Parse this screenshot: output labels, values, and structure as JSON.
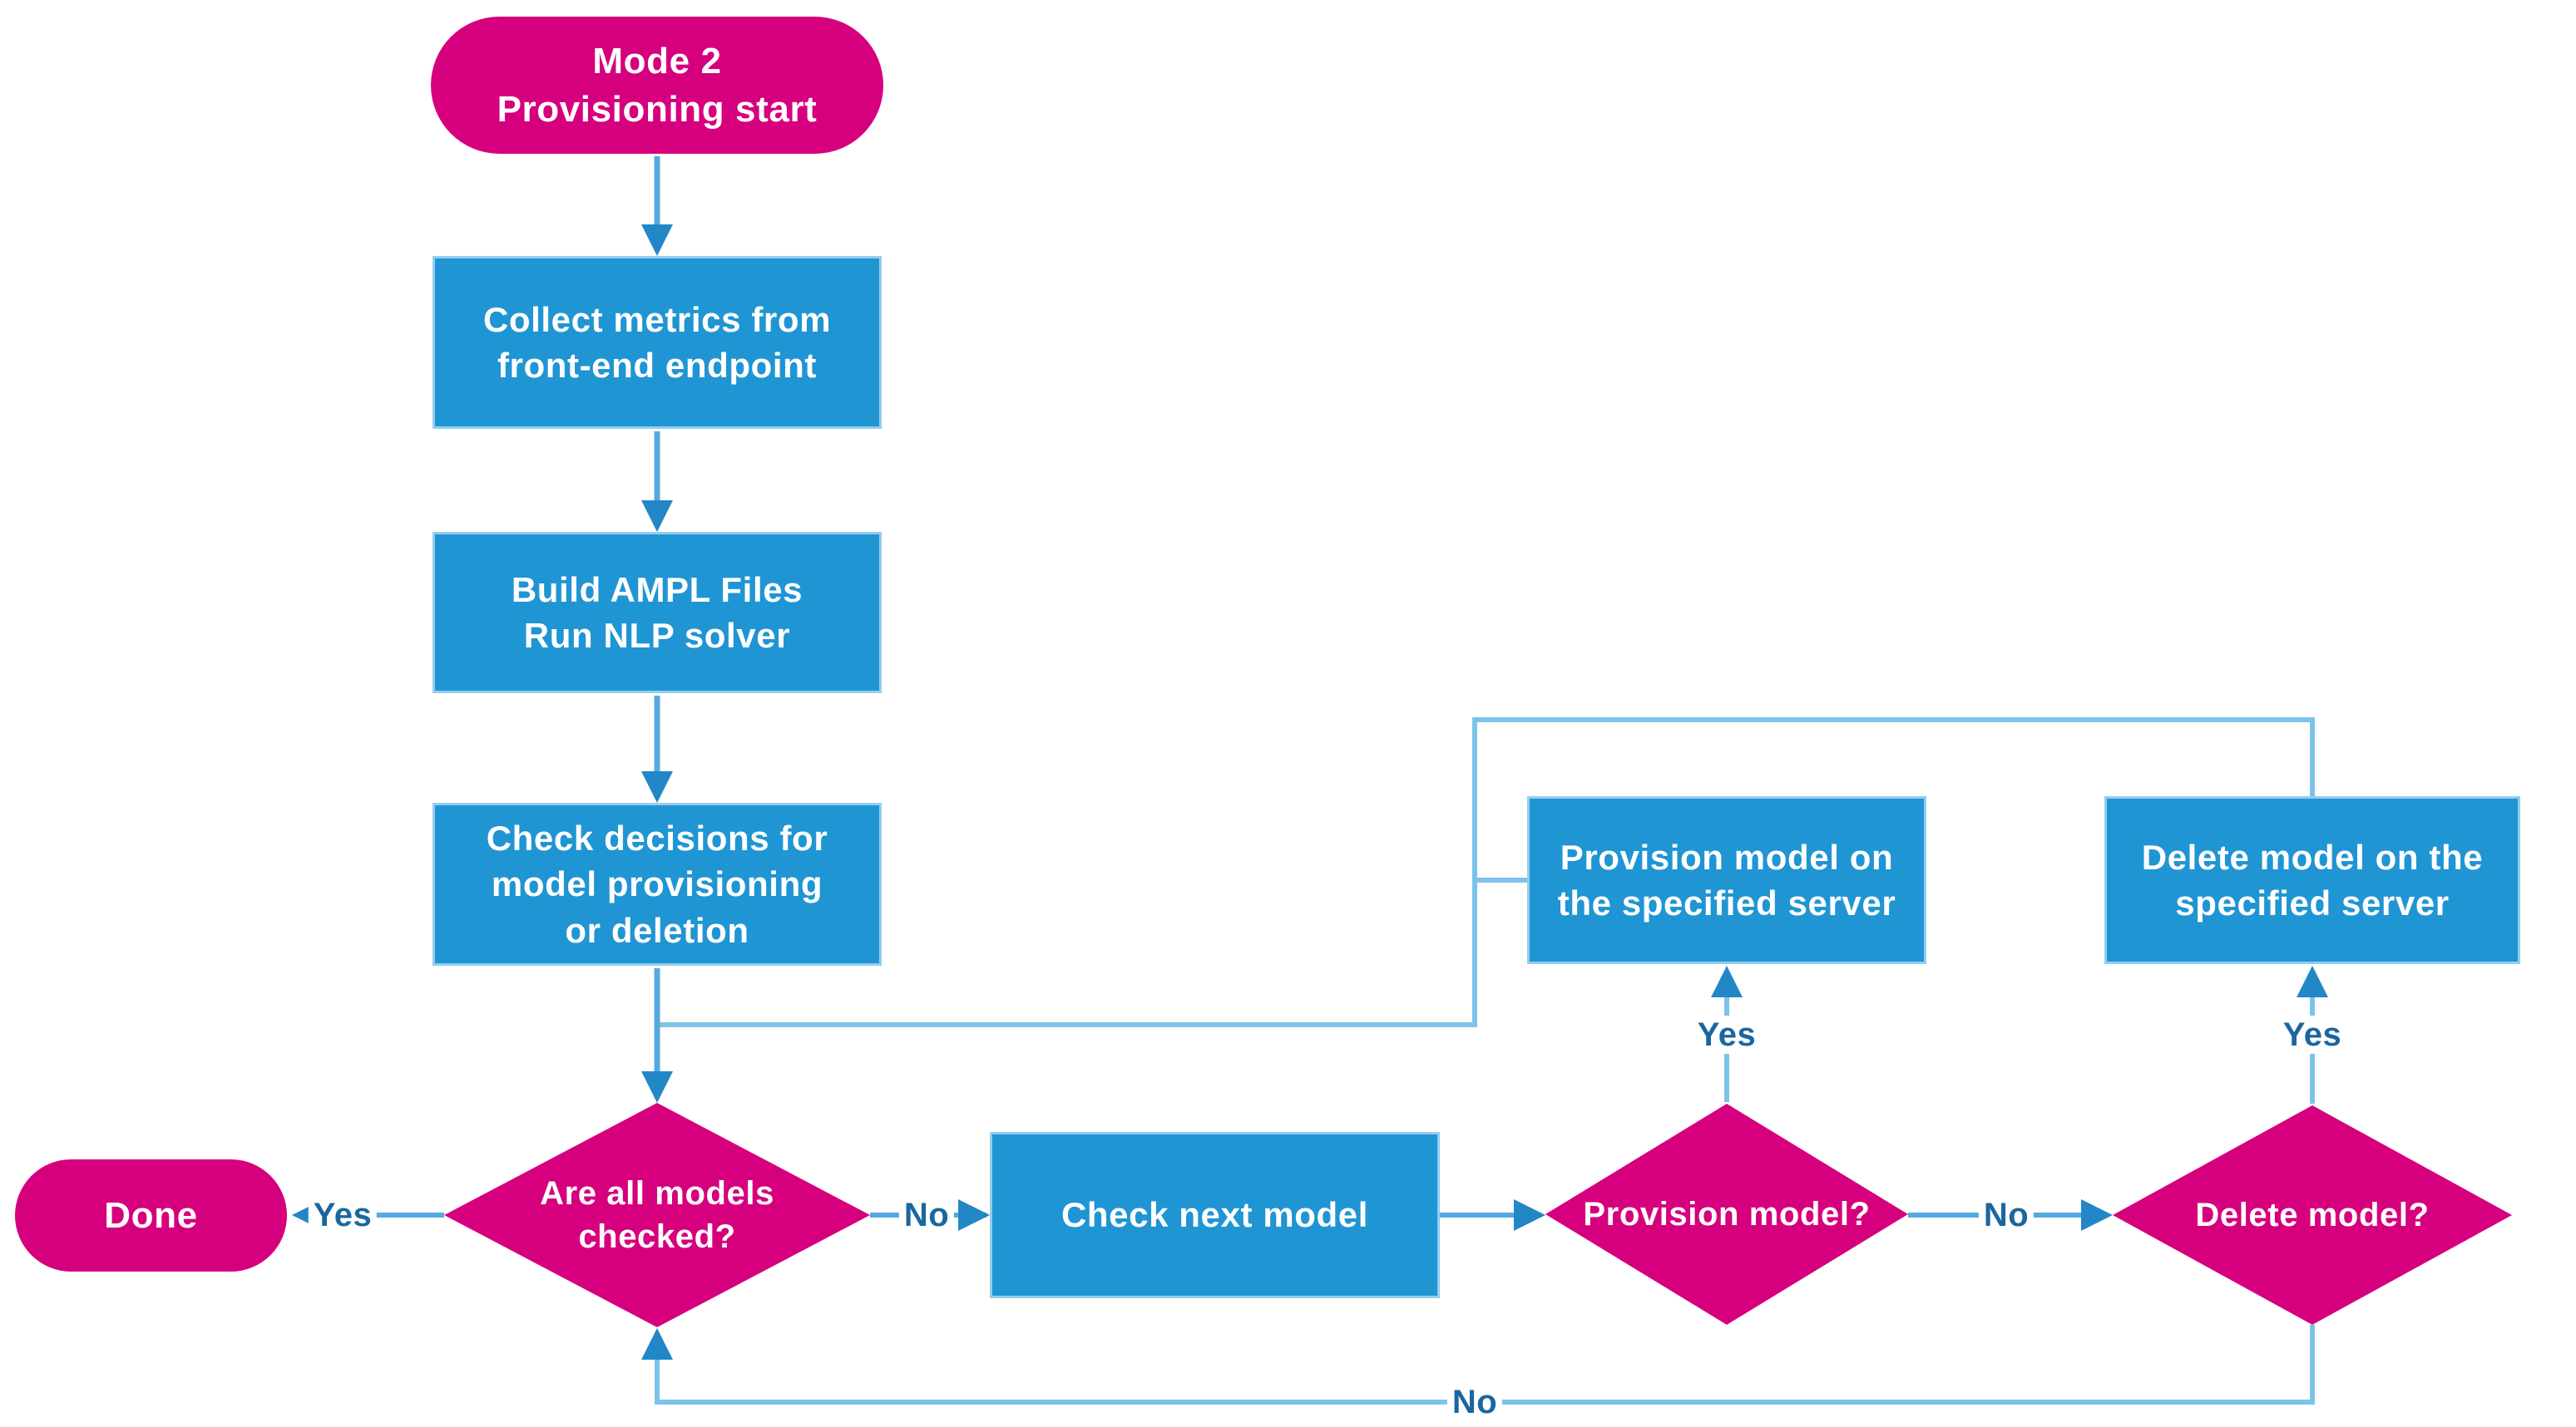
{
  "diagram": {
    "type": "flowchart",
    "nodes": {
      "start": {
        "label": "Mode 2\nProvisioning start",
        "shape": "terminator"
      },
      "collect_metrics": {
        "label": "Collect metrics from\nfront-end endpoint",
        "shape": "process"
      },
      "build_ampl": {
        "label": "Build AMPL Files\nRun NLP solver",
        "shape": "process"
      },
      "check_decisions": {
        "label": "Check decisions for\nmodel provisioning\nor deletion",
        "shape": "process"
      },
      "all_models_checked": {
        "label": "Are all models\nchecked?",
        "shape": "decision"
      },
      "done": {
        "label": "Done",
        "shape": "terminator"
      },
      "check_next_model": {
        "label": "Check next model",
        "shape": "process"
      },
      "provision_model_q": {
        "label": "Provision model?",
        "shape": "decision"
      },
      "provision_action": {
        "label": "Provision model on\nthe specified server",
        "shape": "process"
      },
      "delete_model_q": {
        "label": "Delete model?",
        "shape": "decision"
      },
      "delete_action": {
        "label": "Delete model on the\nspecified server",
        "shape": "process"
      }
    },
    "edge_labels": {
      "yes_to_done": "Yes",
      "no_to_check_next": "No",
      "no_to_delete_q": "No",
      "yes_to_provision": "Yes",
      "yes_to_delete": "Yes",
      "no_loop_back": "No"
    },
    "colors": {
      "shape_pink": "#d6007e",
      "shape_blue": "#2095d3",
      "process_border": "#93cdee",
      "main_arrow_stem": "#54aade",
      "feedback_line": "#7cc3ea",
      "arrowhead": "#2287c7",
      "edge_label_text": "#1a679f",
      "background": "#ffffff"
    }
  }
}
